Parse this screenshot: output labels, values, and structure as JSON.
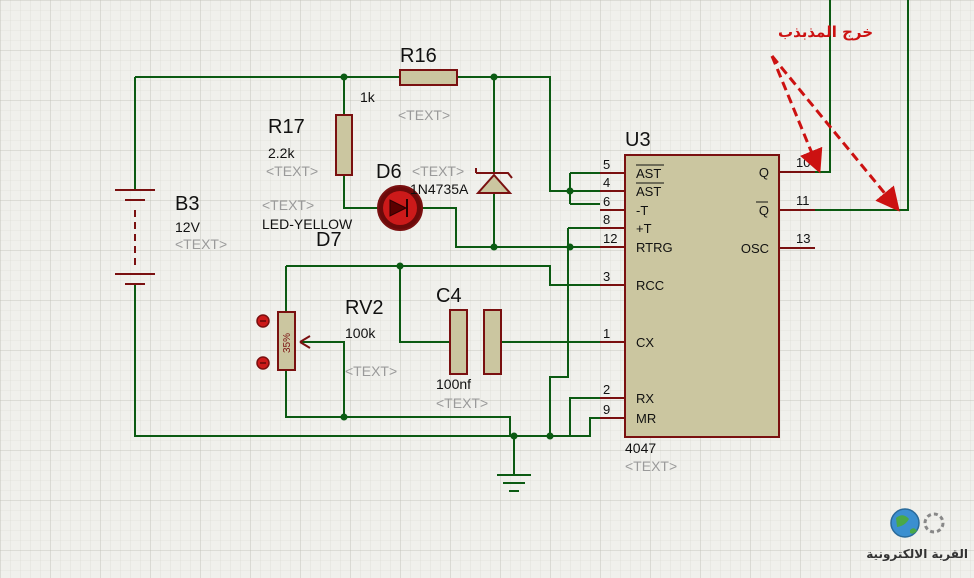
{
  "annotation": {
    "output_label": "خرج المذبذب",
    "color": "#cc1111"
  },
  "logo": {
    "text": "القرية الالكترونية"
  },
  "components": {
    "r16": {
      "ref": "R16",
      "value": "1k",
      "text": "<TEXT>"
    },
    "r17": {
      "ref": "R17",
      "value": "2.2k",
      "text": "<TEXT>"
    },
    "d6": {
      "ref": "D6",
      "value": "1N4735A",
      "text": "<TEXT>"
    },
    "d7": {
      "ref": "D7",
      "value": "LED-YELLOW",
      "text": "<TEXT>"
    },
    "b3": {
      "ref": "B3",
      "value": "12V",
      "text": "<TEXT>"
    },
    "rv2": {
      "ref": "RV2",
      "value": "100k",
      "text": "<TEXT>",
      "wiper": "35%"
    },
    "c4": {
      "ref": "C4",
      "value": "100nf",
      "text": "<TEXT>"
    },
    "u3": {
      "ref": "U3",
      "value": "4047",
      "text": "<TEXT>",
      "pins_left": [
        {
          "num": "5",
          "name": "AST"
        },
        {
          "num": "4",
          "name": "AST"
        },
        {
          "num": "6",
          "name": "-T"
        },
        {
          "num": "8",
          "name": "+T"
        },
        {
          "num": "12",
          "name": "RTRG"
        },
        {
          "num": "3",
          "name": "RCC"
        },
        {
          "num": "1",
          "name": "CX"
        },
        {
          "num": "2",
          "name": "RX"
        },
        {
          "num": "9",
          "name": "MR"
        }
      ],
      "pins_right": [
        {
          "num": "10",
          "name": "Q"
        },
        {
          "num": "11",
          "name": "Q"
        },
        {
          "num": "13",
          "name": "OSC"
        }
      ]
    }
  },
  "colors": {
    "wire": "#0b5a12",
    "component": "#7a1010",
    "grid": "#c8c8c0",
    "background": "#f0f0ec"
  }
}
